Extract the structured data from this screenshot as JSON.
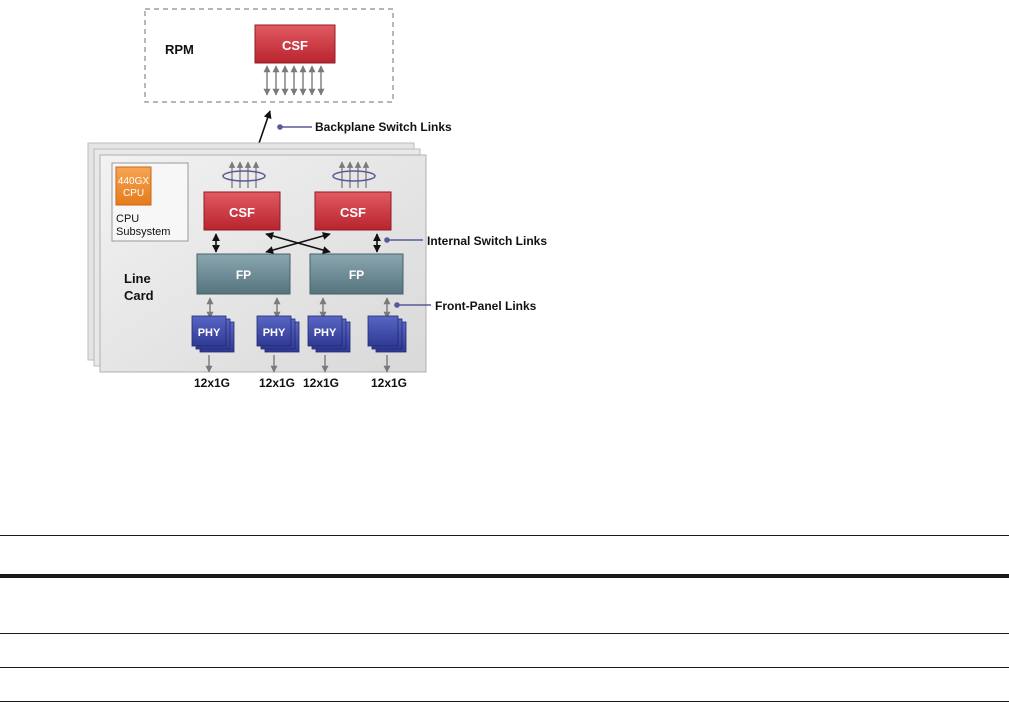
{
  "diagram": {
    "rpm": {
      "label": "RPM",
      "csf_label": "CSF"
    },
    "line_card": {
      "label_line1": "Line",
      "label_line2": "Card",
      "cpu_chip_line1": "440GX",
      "cpu_chip_line2": "CPU",
      "cpu_subsystem_line1": "CPU",
      "cpu_subsystem_line2": "Subsystem",
      "csf_left_label": "CSF",
      "csf_right_label": "CSF",
      "fp_left_label": "FP",
      "fp_right_label": "FP",
      "phy_labels": [
        "PHY",
        "PHY",
        "PHY",
        ""
      ],
      "port_labels": [
        "12x1G",
        "12x1G",
        "12x1G",
        "12x1G"
      ]
    },
    "callouts": {
      "backplane": "Backplane Switch Links",
      "internal": "Internal Switch Links",
      "front_panel": "Front-Panel Links"
    },
    "colors": {
      "csf": "#c8323c",
      "fp": "#6a8a94",
      "phy": "#3d49a8",
      "cpu": "#f08a2e",
      "callout": "#5a5a9a"
    }
  }
}
